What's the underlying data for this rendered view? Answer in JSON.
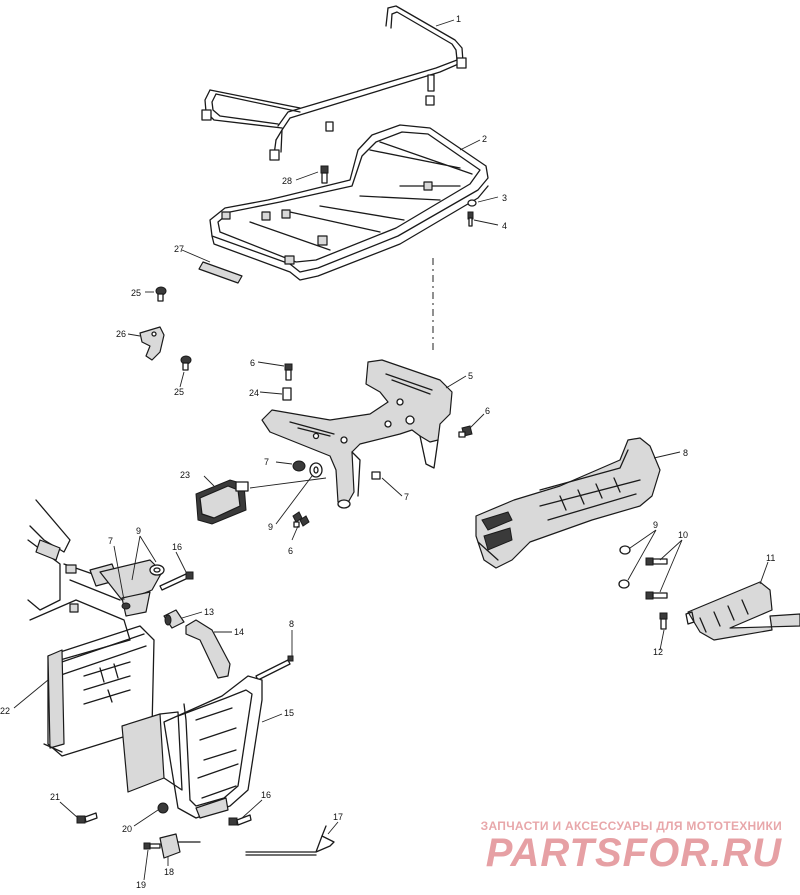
{
  "callouts": {
    "c1": "1",
    "c2": "2",
    "c3": "3",
    "c4": "4",
    "c5": "5",
    "c6a": "6",
    "c6b": "6",
    "c6c": "6",
    "c7a": "7",
    "c7b": "7",
    "c7c": "7",
    "c8a": "8",
    "c8b": "8",
    "c9a": "9",
    "c9b": "9",
    "c9c": "9",
    "c10": "10",
    "c11": "11",
    "c12": "12",
    "c13": "13",
    "c14": "14",
    "c15": "15",
    "c16a": "16",
    "c16b": "16",
    "c17": "17",
    "c18": "18",
    "c19": "19",
    "c20": "20",
    "c21": "21",
    "c22": "22",
    "c23": "23",
    "c24": "24",
    "c25a": "25",
    "c25b": "25",
    "c26": "26",
    "c27": "27",
    "c28": "28"
  },
  "watermark": {
    "tagline": "ЗАПЧАСТИ И АКСЕССУАРЫ ДЛЯ МОТОТЕХНИКИ",
    "logo": "PARTSFOR.RU"
  },
  "colors": {
    "line": "#1a1a1a",
    "watermark": "#e6a0a4"
  }
}
